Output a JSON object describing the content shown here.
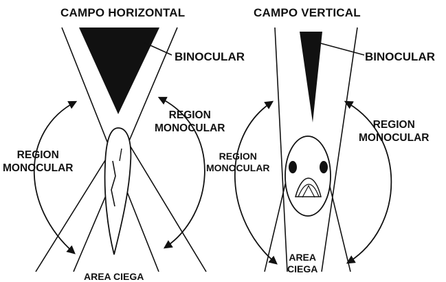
{
  "horizontal": {
    "title": "CAMPO HORIZONTAL",
    "binocular_label": "BINOCULAR",
    "region_right": [
      "REGION",
      "MONOCULAR"
    ],
    "region_left": [
      "REGION",
      "MONOCULAR"
    ],
    "area_ciega": "AREA CIEGA"
  },
  "vertical": {
    "title": "CAMPO VERTICAL",
    "binocular_label": "BINOCULAR",
    "region_right": [
      "REGION",
      "MONOCULAR"
    ],
    "region_left": [
      "REGION",
      "MONOCULAR"
    ],
    "area_ciega": [
      "AREA",
      "CIEGA"
    ]
  },
  "colors": {
    "ink": "#111111",
    "background": "#ffffff"
  }
}
